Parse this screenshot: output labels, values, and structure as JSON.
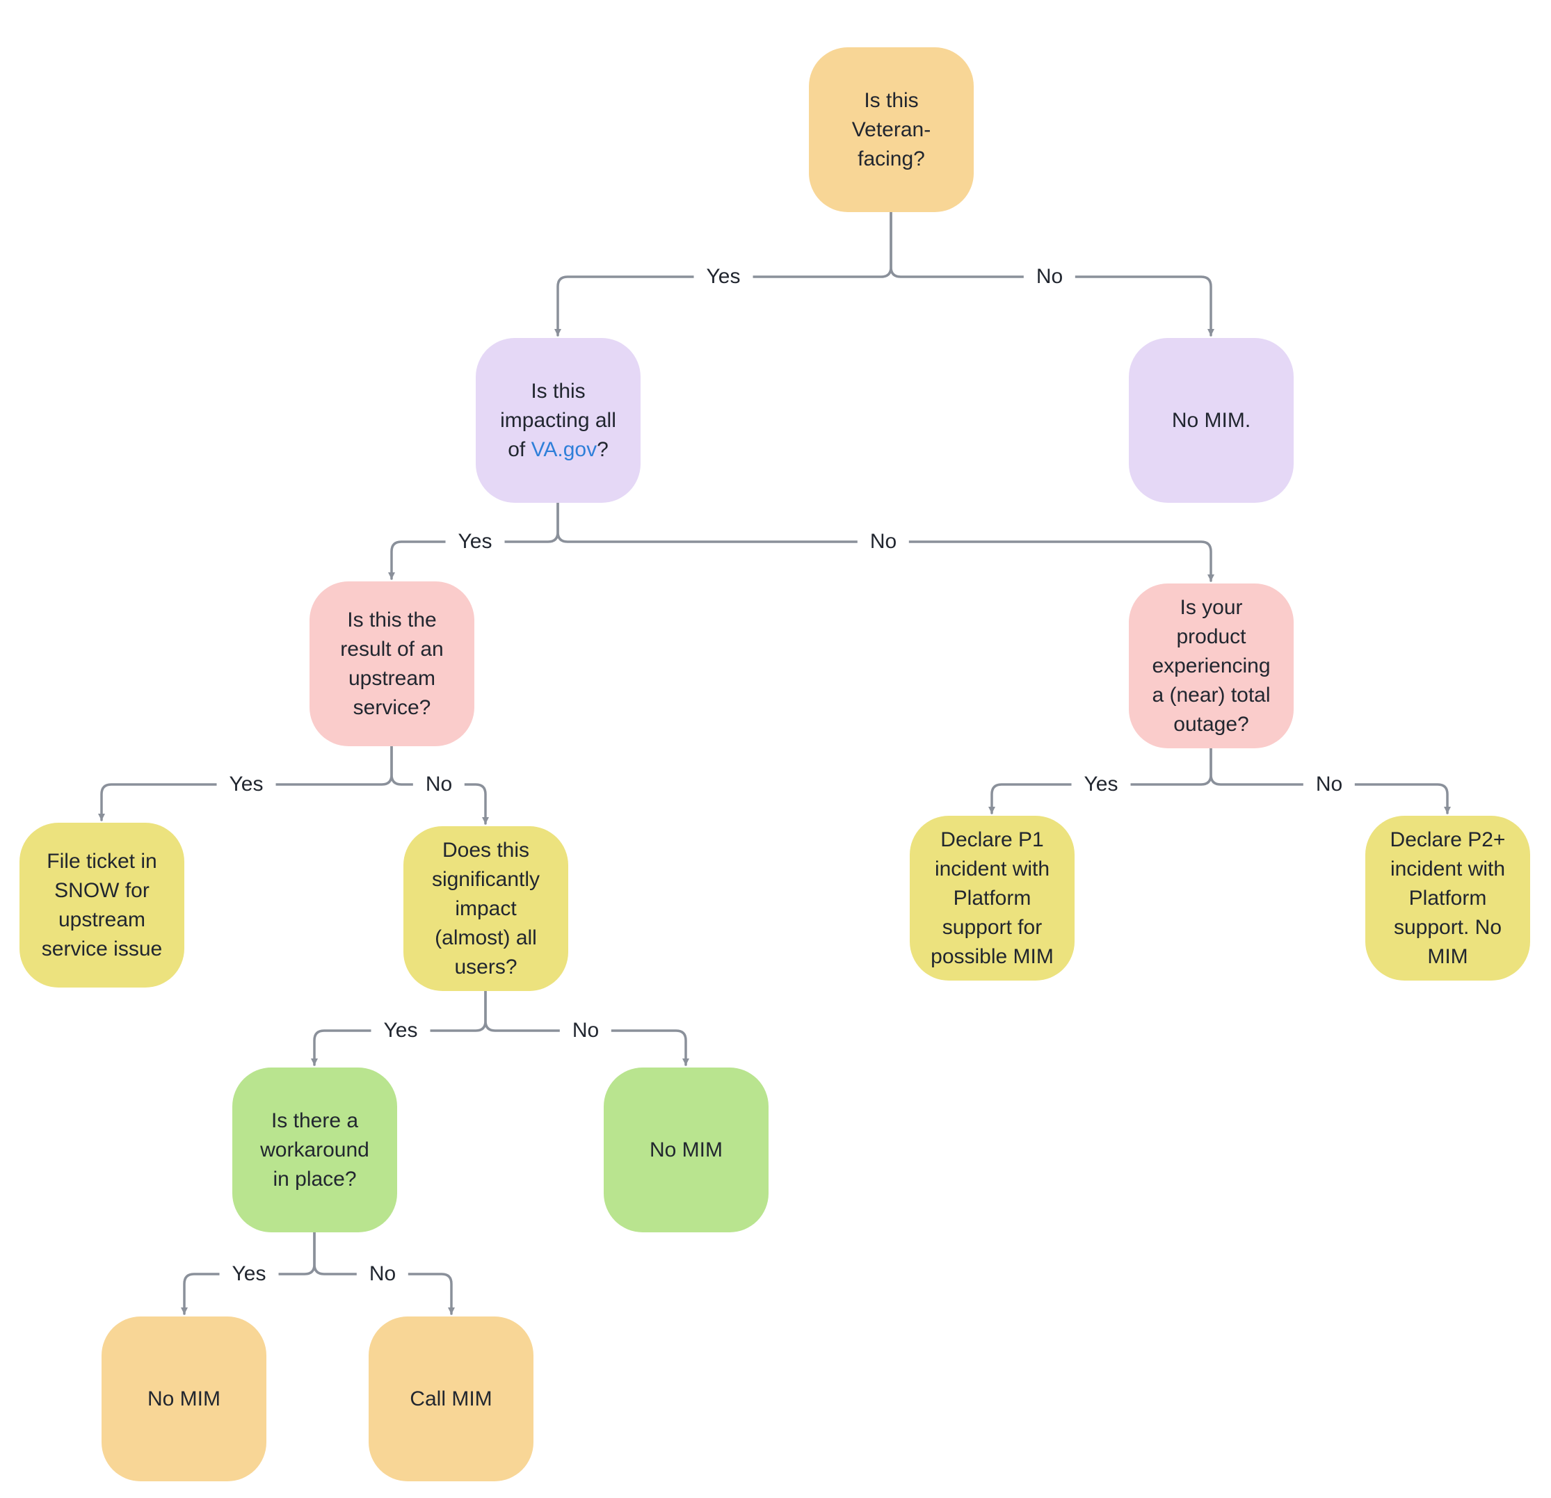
{
  "diagram": {
    "colors": {
      "amber_node": "#F8D696",
      "purple_node": "#E5D8F6",
      "pink_node": "#FACCCB",
      "yellow_node": "#ECE27E",
      "green_node": "#B9E48F",
      "connector": "#8A909A",
      "node_text": "#21262F",
      "link": "#2E7FD9",
      "background": "#FFFFFF"
    },
    "nodes": [
      {
        "id": "q-veteran-facing",
        "label": "Is this Veteran-facing?",
        "color_key": "amber_node"
      },
      {
        "id": "q-impacting-vagov",
        "label_before": "Is this impacting all of ",
        "label_link": "VA.gov",
        "label_after": "?",
        "color_key": "purple_node"
      },
      {
        "id": "no-mim-not-veteran",
        "label": "No MIM.",
        "color_key": "purple_node"
      },
      {
        "id": "q-upstream-service",
        "label": "Is this the result of an upstream service?",
        "color_key": "pink_node"
      },
      {
        "id": "q-total-outage",
        "label": "Is your product experiencing a (near) total outage?",
        "color_key": "pink_node"
      },
      {
        "id": "file-snow-ticket",
        "label": "File ticket in SNOW for upstream service issue",
        "color_key": "yellow_node"
      },
      {
        "id": "q-significant-impact",
        "label": "Does this significantly impact (almost) all users?",
        "color_key": "yellow_node"
      },
      {
        "id": "declare-p1",
        "label": "Declare P1 incident with Platform support for possible MIM",
        "color_key": "yellow_node"
      },
      {
        "id": "declare-p2plus",
        "label": "Declare P2+ incident with Platform support. No MIM",
        "color_key": "yellow_node"
      },
      {
        "id": "q-workaround",
        "label": "Is there a workaround in place?",
        "color_key": "green_node"
      },
      {
        "id": "no-mim-minor-impact",
        "label": "No MIM",
        "color_key": "green_node"
      },
      {
        "id": "no-mim-workaround",
        "label": "No MIM",
        "color_key": "amber_node"
      },
      {
        "id": "call-mim",
        "label": "Call MIM",
        "color_key": "amber_node"
      }
    ],
    "edges": [
      {
        "from": "q-veteran-facing",
        "to": "q-impacting-vagov",
        "label": "Yes"
      },
      {
        "from": "q-veteran-facing",
        "to": "no-mim-not-veteran",
        "label": "No"
      },
      {
        "from": "q-impacting-vagov",
        "to": "q-upstream-service",
        "label": "Yes"
      },
      {
        "from": "q-impacting-vagov",
        "to": "q-total-outage",
        "label": "No"
      },
      {
        "from": "q-upstream-service",
        "to": "file-snow-ticket",
        "label": "Yes"
      },
      {
        "from": "q-upstream-service",
        "to": "q-significant-impact",
        "label": "No"
      },
      {
        "from": "q-total-outage",
        "to": "declare-p1",
        "label": "Yes"
      },
      {
        "from": "q-total-outage",
        "to": "declare-p2plus",
        "label": "No"
      },
      {
        "from": "q-significant-impact",
        "to": "q-workaround",
        "label": "Yes"
      },
      {
        "from": "q-significant-impact",
        "to": "no-mim-minor-impact",
        "label": "No"
      },
      {
        "from": "q-workaround",
        "to": "no-mim-workaround",
        "label": "Yes"
      },
      {
        "from": "q-workaround",
        "to": "call-mim",
        "label": "No"
      }
    ]
  }
}
